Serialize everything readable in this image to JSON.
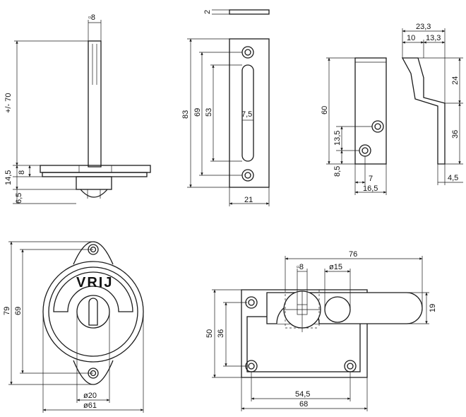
{
  "view1": {
    "d_square8": "▫8",
    "d_height": "+/- 70",
    "d_14_5": "14,5",
    "d_8": "8",
    "d_6_5": "6,5"
  },
  "view2": {
    "d_2": "2",
    "d_83": "83",
    "d_69": "69",
    "d_53": "53",
    "d_7_5": "7,5",
    "d_21": "21"
  },
  "view3": {
    "d_60": "60",
    "d_13_5": "13,5",
    "d_8_5": "8,5",
    "d_7": "7",
    "d_16_5": "16,5"
  },
  "view4": {
    "d_23_3": "23,3",
    "d_10": "10",
    "d_13_3": "13,3",
    "d_24": "24",
    "d_36": "36",
    "d_4_5": "4,5"
  },
  "view5": {
    "label_vrij": "VRIJ",
    "d_79": "79",
    "d_69": "69",
    "d_phi20": "ø20",
    "d_phi61": "ø61"
  },
  "view6": {
    "d_76": "76",
    "d_square8": "▫8",
    "d_phi15": "ø15",
    "d_19": "19",
    "d_50": "50",
    "d_36": "36",
    "d_54_5": "54,5",
    "d_68": "68"
  }
}
